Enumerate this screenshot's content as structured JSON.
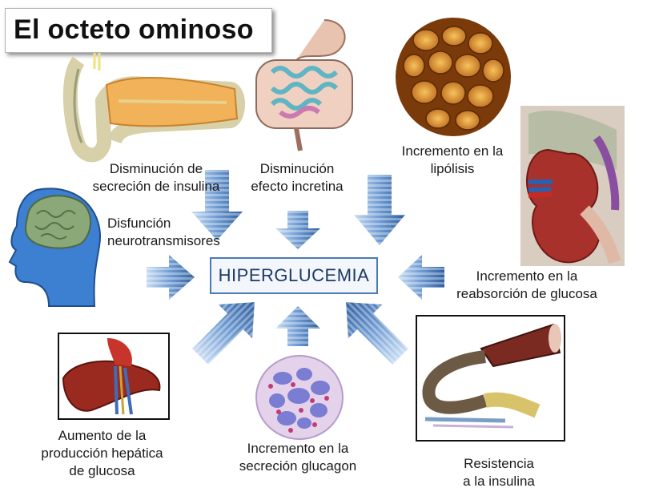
{
  "title": "El octeto ominoso",
  "center": "HIPERGLUCEMIA",
  "factors": {
    "pancreas": {
      "line1": "Disminución de",
      "line2": "secreción de insulina"
    },
    "incretin": {
      "line1": "Disminución",
      "line2": "efecto incretina"
    },
    "lipolysis": {
      "line1": "Incremento en la",
      "line2": "lipólisis"
    },
    "brain": {
      "line1": "Disfunción",
      "line2": "neurotransmisores"
    },
    "kidney": {
      "line1": "Incremento en la",
      "line2": "reabsorción de glucosa"
    },
    "liver": {
      "line1": "Aumento de la",
      "line2": "producción hepática",
      "line3": "de glucosa"
    },
    "glucagon": {
      "line1": "Incremento en la",
      "line2": "secreción glucagon"
    },
    "muscle": {
      "line1": "Resistencia",
      "line2": "a la insulina"
    }
  },
  "colors": {
    "arrow_light": "#a9c6ea",
    "arrow_dark": "#3f73b5",
    "center_border": "#4a79b8"
  }
}
